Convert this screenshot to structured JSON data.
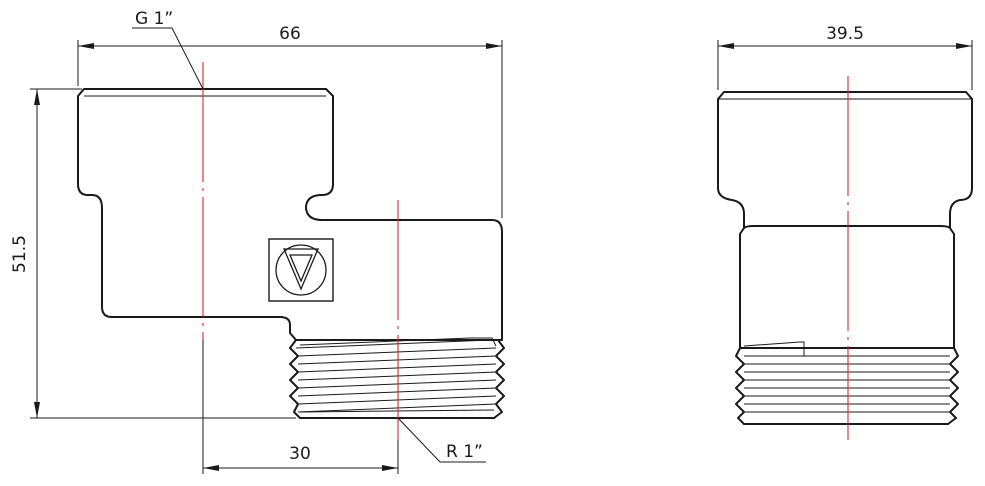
{
  "front_view": {
    "dim_width": "66",
    "dim_height": "51.5",
    "dim_offset": "30",
    "thread_top": "G 1”",
    "thread_bottom": "R 1”"
  },
  "side_view": {
    "dim_width": "39.5"
  },
  "logo": {
    "icon": "valtec-triangle-logo"
  },
  "colors": {
    "line": "#1a1a1a",
    "centerline": "#e0242a"
  }
}
